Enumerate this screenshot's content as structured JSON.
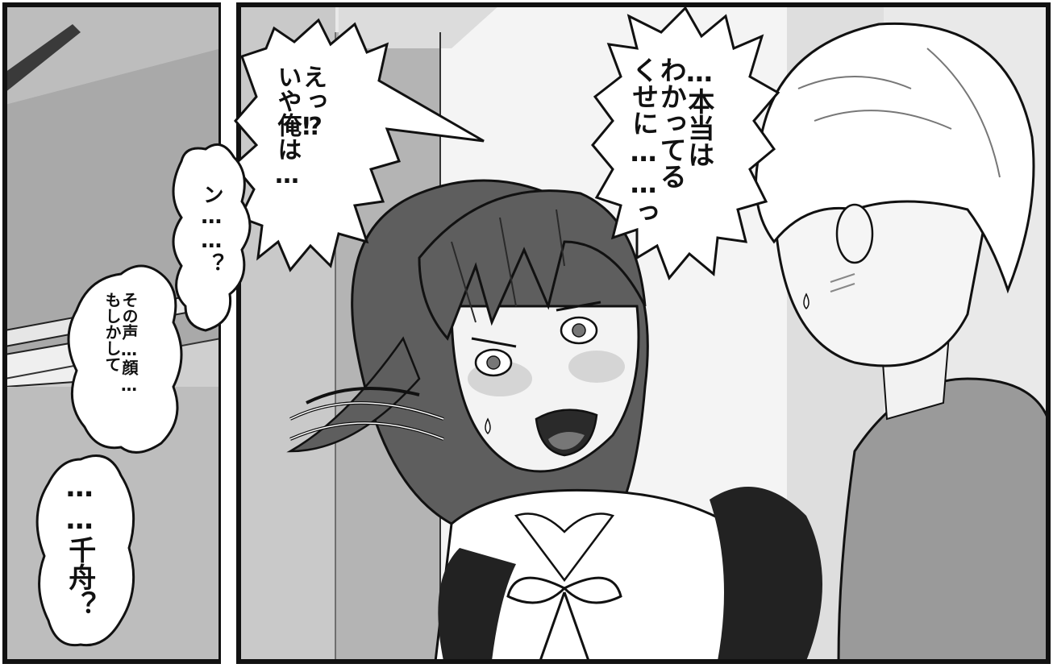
{
  "panels": {
    "left": {
      "dialogue": [
        {
          "id": "n-question",
          "text": "ン……？"
        },
        {
          "id": "sono-koe",
          "text": "その声…顔…\nもしかして"
        },
        {
          "id": "chifune",
          "text": "……千舟？"
        }
      ]
    },
    "right": {
      "dialogue": [
        {
          "id": "ette-ore",
          "text": "えっ⁉\nいや俺は…"
        },
        {
          "id": "hontou-wa",
          "text": "…本当は\nわかってる\nくせに……っ"
        }
      ]
    }
  },
  "colors": {
    "ink": "#111111",
    "tone_light": "#d9d9d9",
    "tone_mid": "#9e9e9e",
    "tone_dark": "#5a5a5a",
    "paper": "#ffffff"
  }
}
